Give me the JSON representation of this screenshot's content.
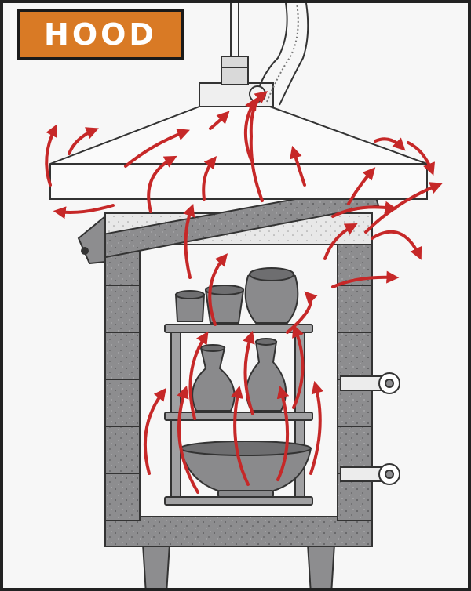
{
  "title": "HOOD",
  "colors": {
    "badge": "#d97a25",
    "badge_text": "#ffffff",
    "outline": "#333333",
    "brick": "#8d8d8f",
    "brick_speckle": "#5e5e60",
    "lid_insulation": "#e6e6e6",
    "pottery": "#8a8a8c",
    "shelf": "#a0a0a2",
    "heat_arrow": "#c62828",
    "background": "#f7f7f7"
  },
  "elements": {
    "hood": "exhaust-hood",
    "duct": "exhaust-duct",
    "flex_hose": "flexible-vent-hose",
    "kiln_lid": "kiln-lid",
    "kiln_walls": "kiln-walls",
    "shelves": [
      "top-shelf",
      "middle-shelf",
      "bottom-shelf"
    ],
    "burner_ports": [
      "upper-burner-port",
      "lower-burner-port"
    ],
    "heat_flow": "heat-arrows"
  }
}
